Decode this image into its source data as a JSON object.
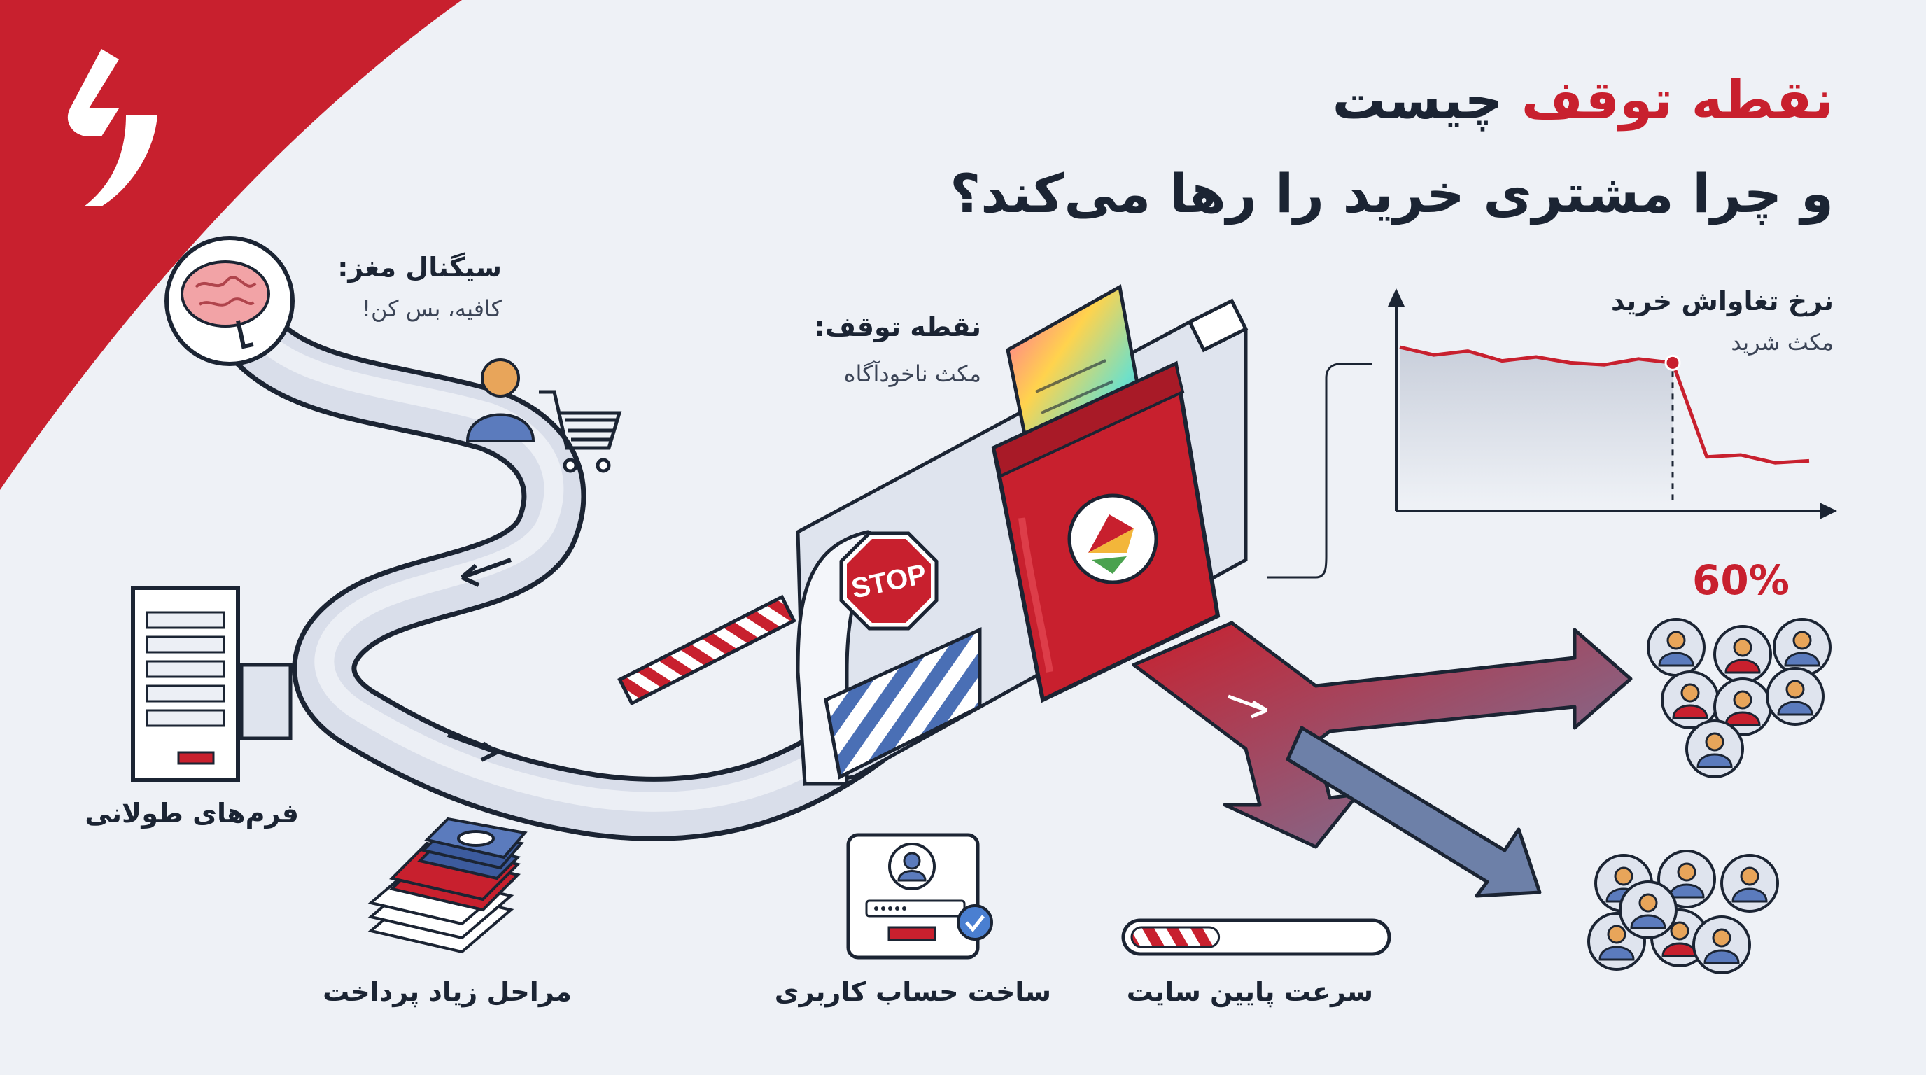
{
  "title": {
    "line1_accent": "نقطه توقف",
    "line1_rest": " چیست",
    "line2": "و چرا مشتری خرید را رها می‌کند؟"
  },
  "brain_signal": {
    "title": "سیگنال مغز:",
    "subtitle": "کافیه، بس کن!"
  },
  "stopping_point": {
    "title": "نقطه توقف:",
    "subtitle": "مکث ناخودآگاه"
  },
  "stop_sign_text": "STOP",
  "chart": {
    "title": "نرخ تغاواش خرید",
    "subtitle": "مکث شرید"
  },
  "chart_data": {
    "type": "line",
    "title": "نرخ تغاواش خرید",
    "subtitle": "مکث شرید",
    "x": [
      0,
      1,
      2,
      3,
      4,
      5,
      6,
      7,
      8,
      9,
      10,
      11,
      12
    ],
    "y": [
      0.8,
      0.76,
      0.78,
      0.73,
      0.75,
      0.72,
      0.71,
      0.74,
      0.72,
      0.24,
      0.25,
      0.21,
      0.22
    ],
    "marked_point_index": 8,
    "line_color": "#c8202e",
    "grid": false
  },
  "abandon_percent": "60%",
  "bottom_labels": {
    "long_forms": "فرم‌های طولانی",
    "many_payment_steps": "مراحل زیاد پرداخت",
    "account_creation": "ساخت حساب کاربری",
    "slow_site": "سرعت پایین سایت"
  },
  "slow_site_progress": 0.35,
  "colors": {
    "brand_red": "#c8202e",
    "dark_text": "#1b2433",
    "background": "#eef1f6",
    "blue_person": "#5b7bbd"
  },
  "icons": [
    "logo-icon",
    "brain-icon",
    "person-icon",
    "shopping-cart-icon",
    "stop-sign-icon",
    "snack-bag-icon",
    "form-icon",
    "money-stack-icon",
    "user-account-icon",
    "checkmark-icon",
    "progress-bar-icon",
    "people-group-icon"
  ]
}
